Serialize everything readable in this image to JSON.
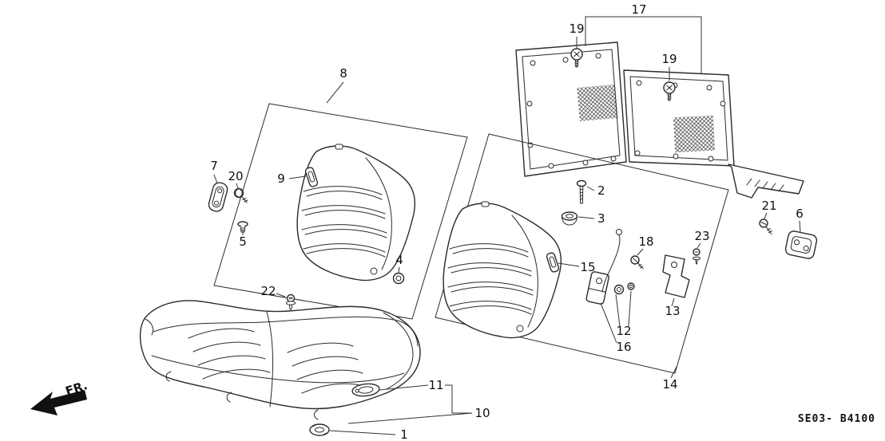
{
  "diagram": {
    "code": "SE03- B4100",
    "fr_label": "FR.",
    "callouts": {
      "n1": "1",
      "n2": "2",
      "n3": "3",
      "n4": "4",
      "n5": "5",
      "n6": "6",
      "n7": "7",
      "n8": "8",
      "n9": "9",
      "n10": "10",
      "n11": "11",
      "n12": "12",
      "n13": "13",
      "n14": "14",
      "n15": "15",
      "n16": "16",
      "n17": "17",
      "n18": "18",
      "n19": "19",
      "n20": "20",
      "n21": "21",
      "n22": "22",
      "n23": "23"
    }
  }
}
